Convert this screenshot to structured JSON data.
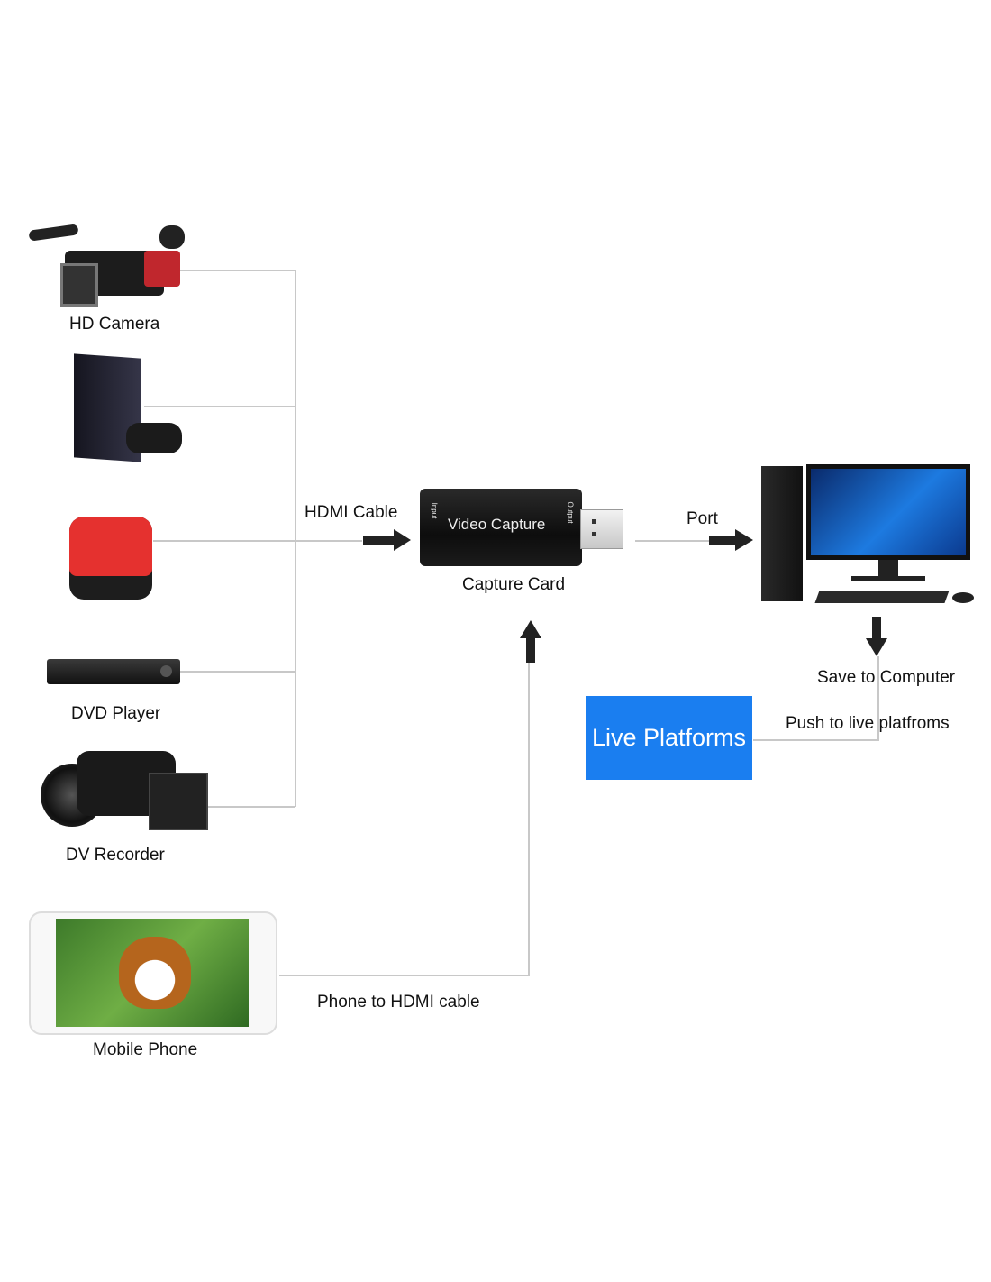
{
  "sources": [
    {
      "label": "HD Camera",
      "icon": "hd-camera-icon"
    },
    {
      "label": "",
      "icon": "game-console-icon"
    },
    {
      "label": "",
      "icon": "tv-box-icon"
    },
    {
      "label": "DVD Player",
      "icon": "dvd-player-icon"
    },
    {
      "label": "DV Recorder",
      "icon": "dv-recorder-icon"
    }
  ],
  "hdmi_cable_label": "HDMI Cable",
  "capture_card": {
    "device_text": "Video Capture",
    "input_text": "Input",
    "output_text": "Output",
    "label": "Capture Card"
  },
  "port_label": "Port",
  "computer": {
    "icon": "desktop-computer-icon"
  },
  "save_label": "Save to Computer",
  "push_label": "Push to live platfroms",
  "live_platforms": {
    "label": "Live Platforms",
    "color": "#1a7ef0"
  },
  "phone": {
    "label": "Mobile Phone",
    "cable_label": "Phone to HDMI cable"
  }
}
